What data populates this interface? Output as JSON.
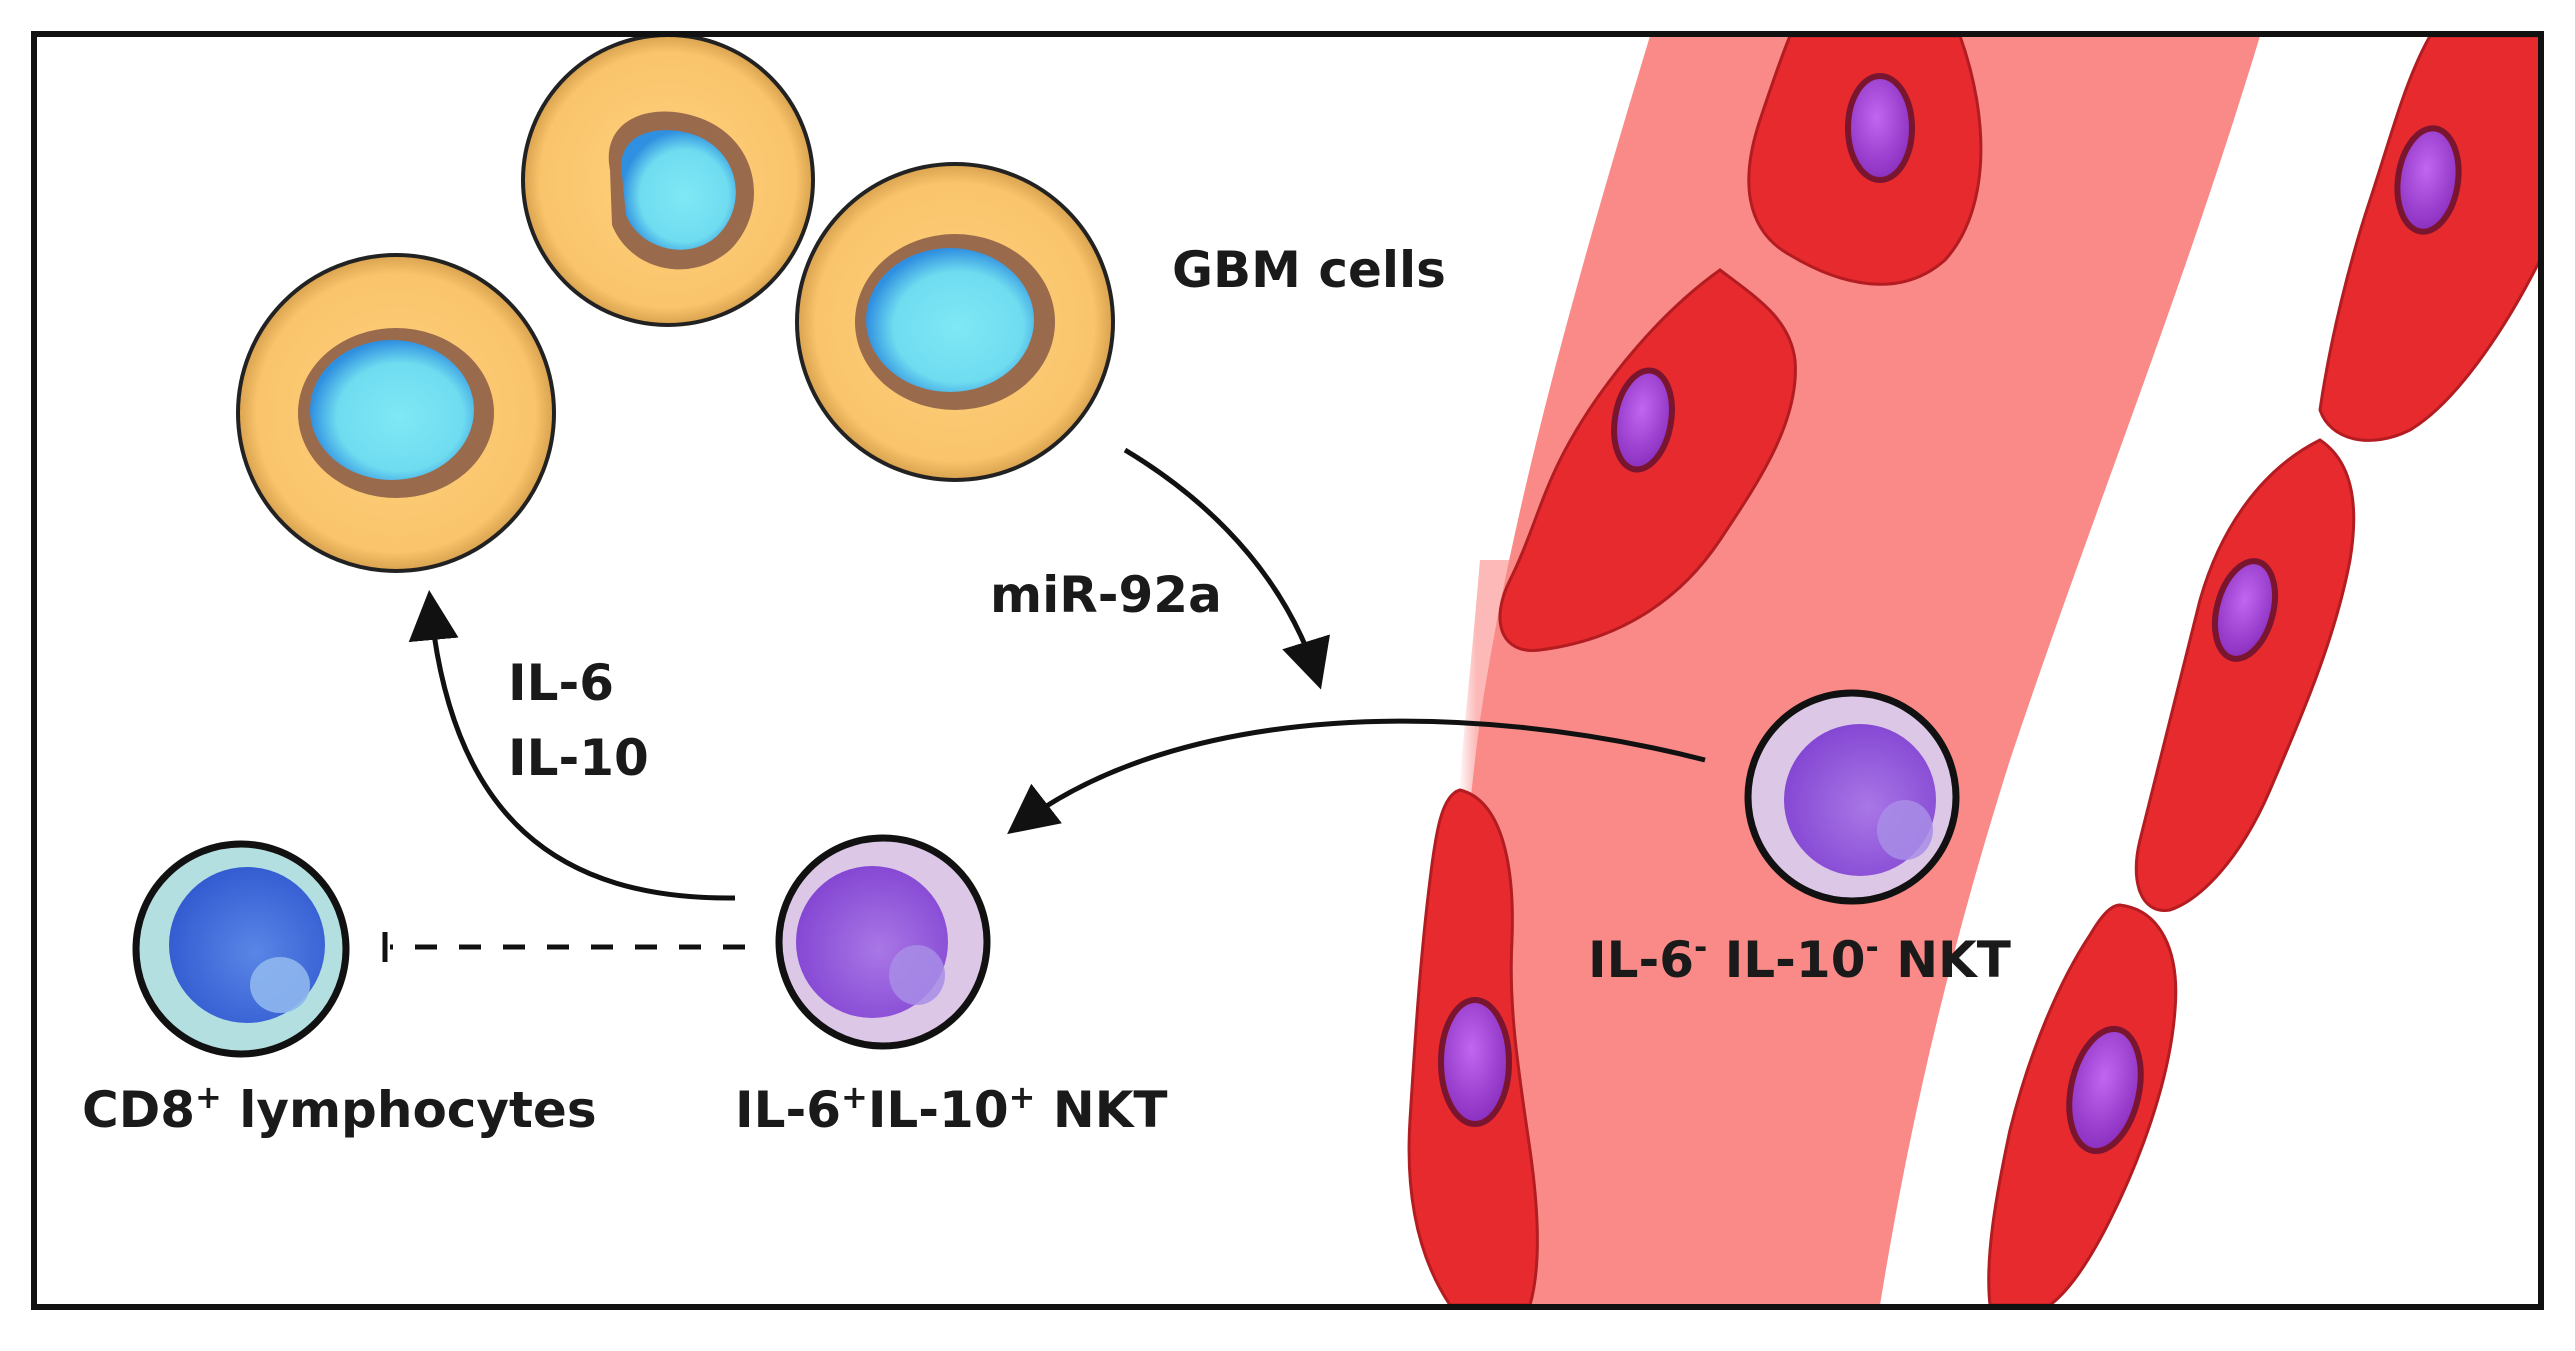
{
  "labels": {
    "gbm_cells": "GBM cells",
    "mirna": "miR-92a",
    "il6": "IL-6",
    "il10": "IL-10",
    "nkt_negative": {
      "a": "IL-6",
      "a_sup": "-",
      "b": " IL-10",
      "b_sup": "-",
      "c": " NKT"
    },
    "nkt_positive": {
      "a": "IL-6",
      "a_sup": "+",
      "b": "IL-10",
      "b_sup": "+",
      "c": " NKT"
    },
    "cd8": {
      "a": "CD8",
      "a_sup": "+",
      "b": " lymphocytes"
    }
  },
  "colors": {
    "frame": "#111111",
    "gbm_cytoplasm": "#f9c46b",
    "gbm_ring": "#9a6a4c",
    "gbm_nucleus_outer": "#2f8fe0",
    "gbm_nucleus_inner": "#72e1f2",
    "vessel_lumen": "#f98a88",
    "endothelial": "#e62a2e",
    "endothelial_nucleus": "#a93fd9",
    "nkt_cytoplasm": "#dcc7e7",
    "nkt_nucleus": "#8e4ed8",
    "cd8_cytoplasm": "#b3dfe0",
    "cd8_nucleus": "#3a68d9",
    "arrow": "#111111"
  },
  "icons": {
    "gbm": "gbm-cell-icon",
    "nkt": "nkt-cell-icon",
    "cd8": "cd8-lymphocyte-icon",
    "endothelial": "endothelial-cell-icon",
    "inhibition": "inhibition-arrow-icon"
  }
}
